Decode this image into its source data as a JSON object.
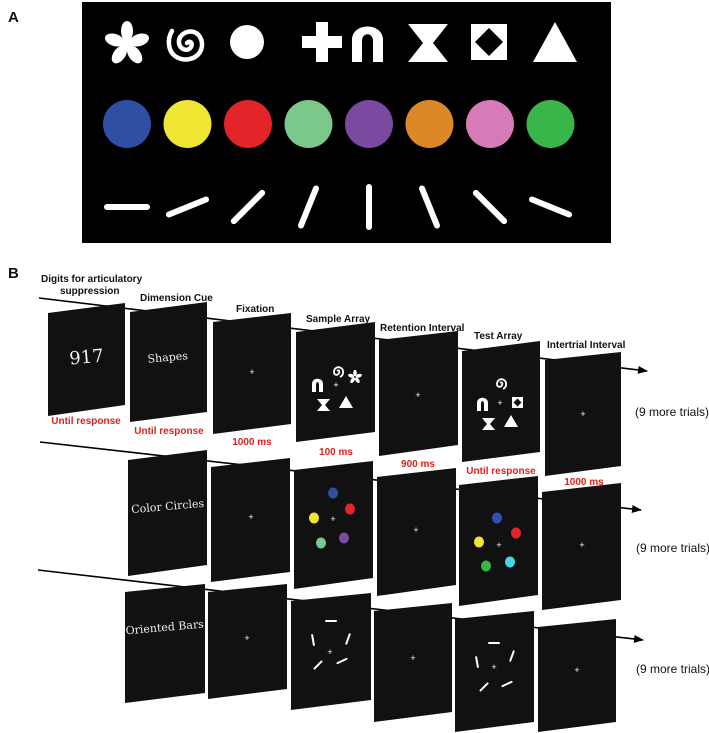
{
  "panel_a_letter": "A",
  "panel_b_letter": "B",
  "stimulus_colors": [
    "#2f4fa5",
    "#f0e533",
    "#e3252a",
    "#7bc98a",
    "#7a4aa1",
    "#dd8828",
    "#d77ab8",
    "#39b54a"
  ],
  "bar_angles_deg": [
    0,
    22,
    45,
    68,
    90,
    112,
    135,
    158
  ],
  "shape_icons": [
    "asterisk-icon",
    "spiral-icon",
    "circle-icon",
    "cross-icon",
    "arch-icon",
    "hourglass-icon",
    "diamond-square-icon",
    "triangle-icon"
  ],
  "column_labels": {
    "digits_line1": "Digits for articulatory",
    "digits_line2": "suppression",
    "dimension_cue": "Dimension Cue",
    "fixation": "Fixation",
    "sample_array": "Sample Array",
    "retention_interval": "Retention Interval",
    "test_array": "Test Array",
    "intertrial_interval": "Intertrial Interval"
  },
  "timings": {
    "digits": "Until response",
    "cue": "Until response",
    "fixation": "1000 ms",
    "sample": "100 ms",
    "retention": "900 ms",
    "test": "Until response",
    "iti": "1000 ms"
  },
  "screen_texts": {
    "digits": "917",
    "cue_shapes": "Shapes",
    "cue_colors": "Color Circles",
    "cue_bars": "Oriented Bars",
    "fixation_cross": "+"
  },
  "more_trials": [
    "(9 more trials)",
    "(9 more trials)",
    "(9 more trials)"
  ]
}
